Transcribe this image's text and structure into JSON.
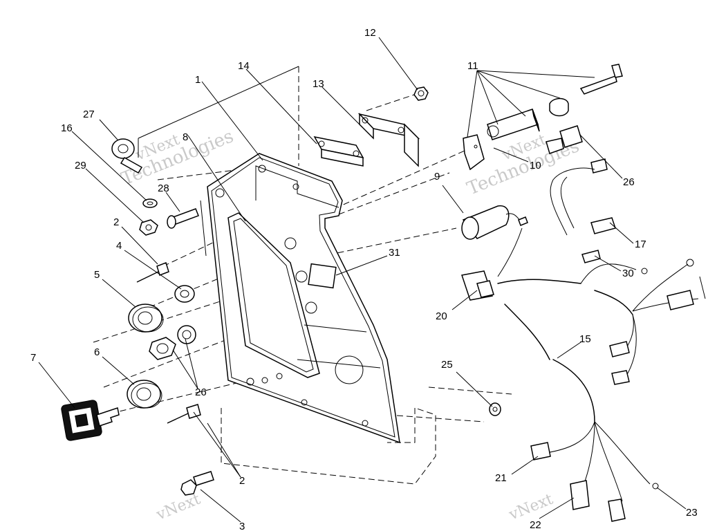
{
  "callouts": {
    "c1": "1",
    "c2a": "2",
    "c2b": "2",
    "c3": "3",
    "c4": "4",
    "c5": "5",
    "c6": "6",
    "c7": "7",
    "c8": "8",
    "c9": "9",
    "c10": "10",
    "c11": "11",
    "c12": "12",
    "c13": "13",
    "c14": "14",
    "c15": "15",
    "c16": "16",
    "c17": "17",
    "c20": "20",
    "c21": "21",
    "c22": "22",
    "c23": "23",
    "c25": "25",
    "c26a": "26",
    "c26b": "26",
    "c27": "27",
    "c28": "28",
    "c29": "29",
    "c30": "30",
    "c31": "31"
  },
  "watermark": {
    "line1": "vNext",
    "line2": "Technologies"
  }
}
